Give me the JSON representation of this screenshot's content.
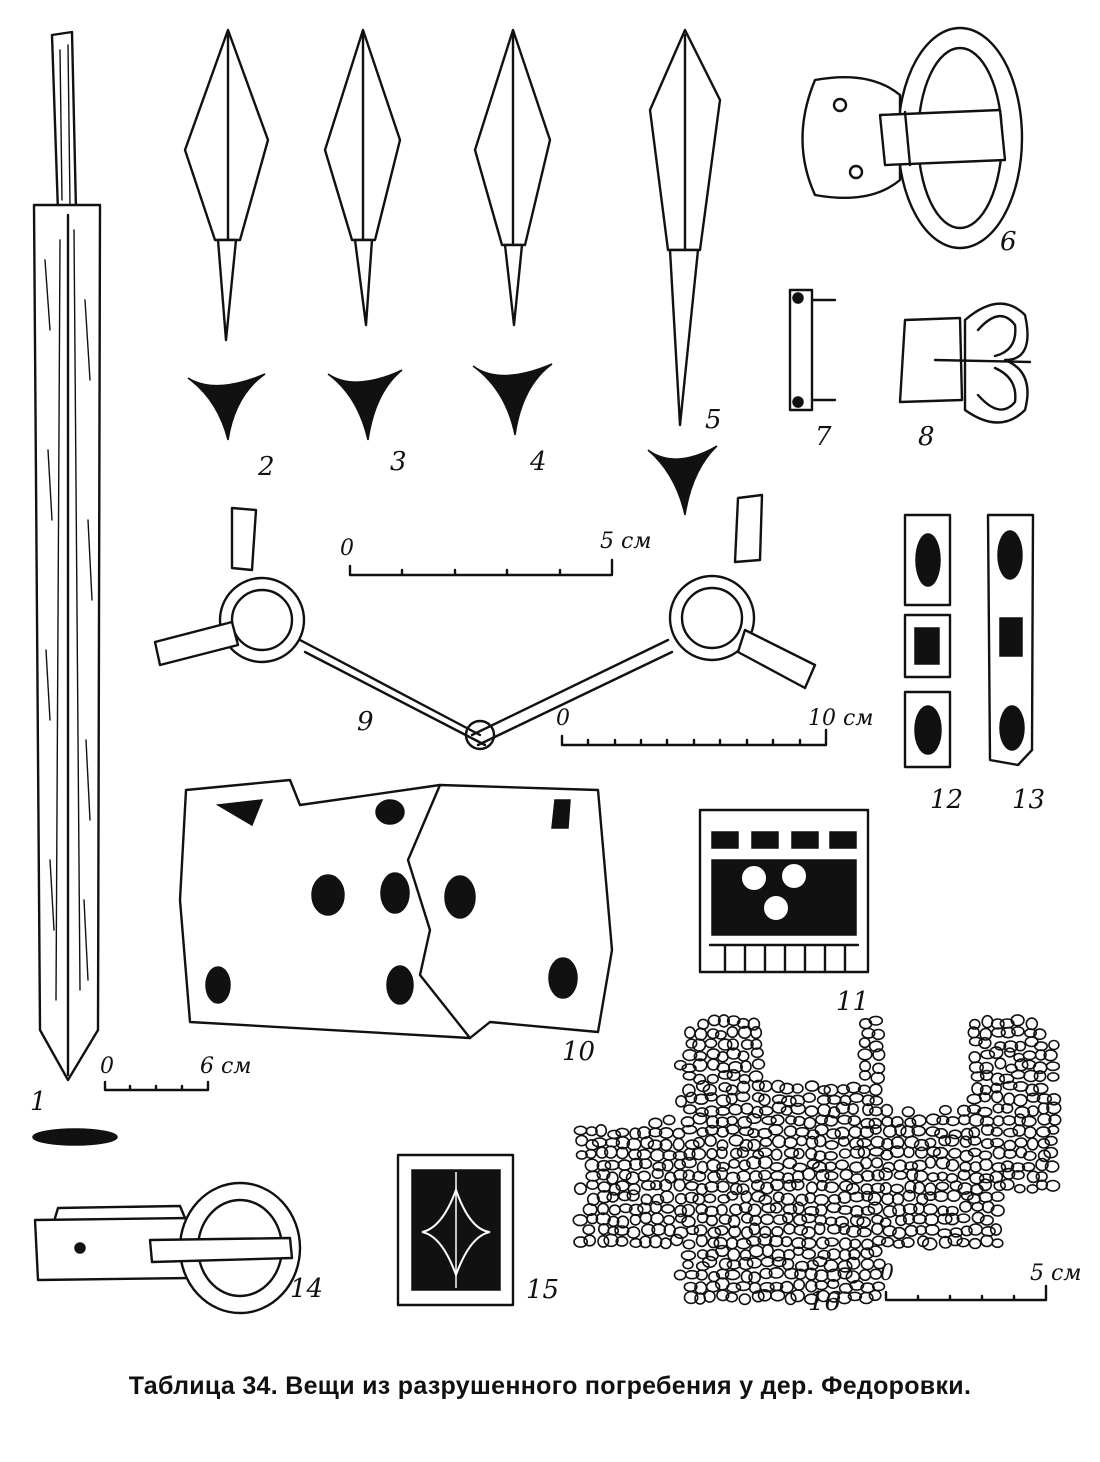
{
  "caption": "Таблица 34. Вещи из разрушенного погребения у дер. Федоровки.",
  "figure_numbers": {
    "n1": "1",
    "n2": "2",
    "n3": "3",
    "n4": "4",
    "n5": "5",
    "n6": "6",
    "n7": "7",
    "n8": "8",
    "n9": "9",
    "n10": "10",
    "n11": "11",
    "n12": "12",
    "n13": "13",
    "n14": "14",
    "n15": "15",
    "n16": "16"
  },
  "scale_bars": {
    "sword": {
      "zero": "0",
      "end": "6 см"
    },
    "arrowheads": {
      "zero": "0",
      "end": "5 см"
    },
    "bridle": {
      "zero": "0",
      "end": "10 см"
    },
    "mail": {
      "zero": "0",
      "end": "5 см"
    }
  }
}
